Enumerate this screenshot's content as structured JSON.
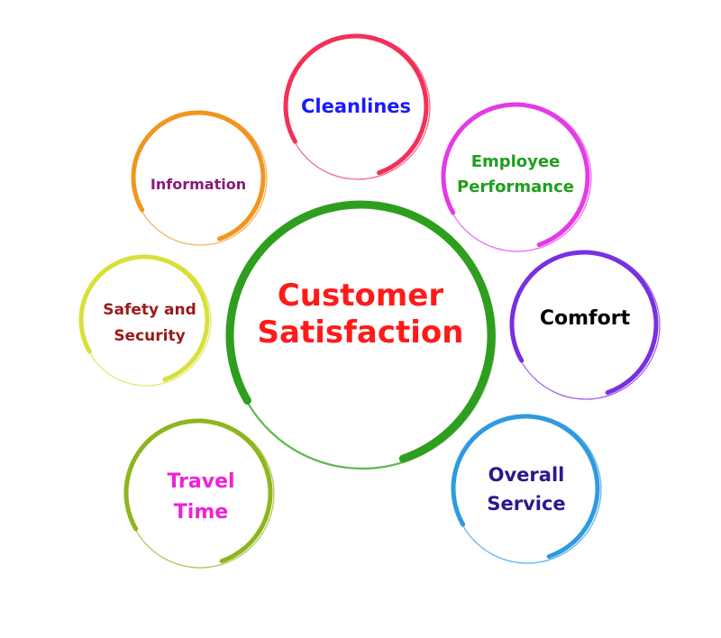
{
  "center": {
    "lines": [
      "Customer",
      "Satisfaction"
    ],
    "ring_color": "#2e9e1e",
    "text_color": "#ff1a1a"
  },
  "nodes": [
    {
      "id": "cleanlines",
      "lines": [
        "Cleanlines"
      ],
      "ring_color": "#f2305a",
      "text_color": "#1a1aff"
    },
    {
      "id": "employee-performance",
      "lines": [
        "Employee",
        "Performance"
      ],
      "ring_color": "#e43be6",
      "text_color": "#1f9e1f"
    },
    {
      "id": "comfort",
      "lines": [
        "Comfort"
      ],
      "ring_color": "#7a2fe0",
      "text_color": "#000000"
    },
    {
      "id": "overall-service",
      "lines": [
        "Overall",
        "Service"
      ],
      "ring_color": "#2f9ae0",
      "text_color": "#2a1a8a"
    },
    {
      "id": "travel-time",
      "lines": [
        "Travel",
        "Time"
      ],
      "ring_color": "#8fb51e",
      "text_color": "#ee22d6"
    },
    {
      "id": "safety-and-security",
      "lines": [
        "Safety and",
        "Security"
      ],
      "ring_color": "#d8e03a",
      "text_color": "#9a1a1a"
    },
    {
      "id": "information",
      "lines": [
        "Information"
      ],
      "ring_color": "#f0961e",
      "text_color": "#8a1a7a"
    }
  ]
}
